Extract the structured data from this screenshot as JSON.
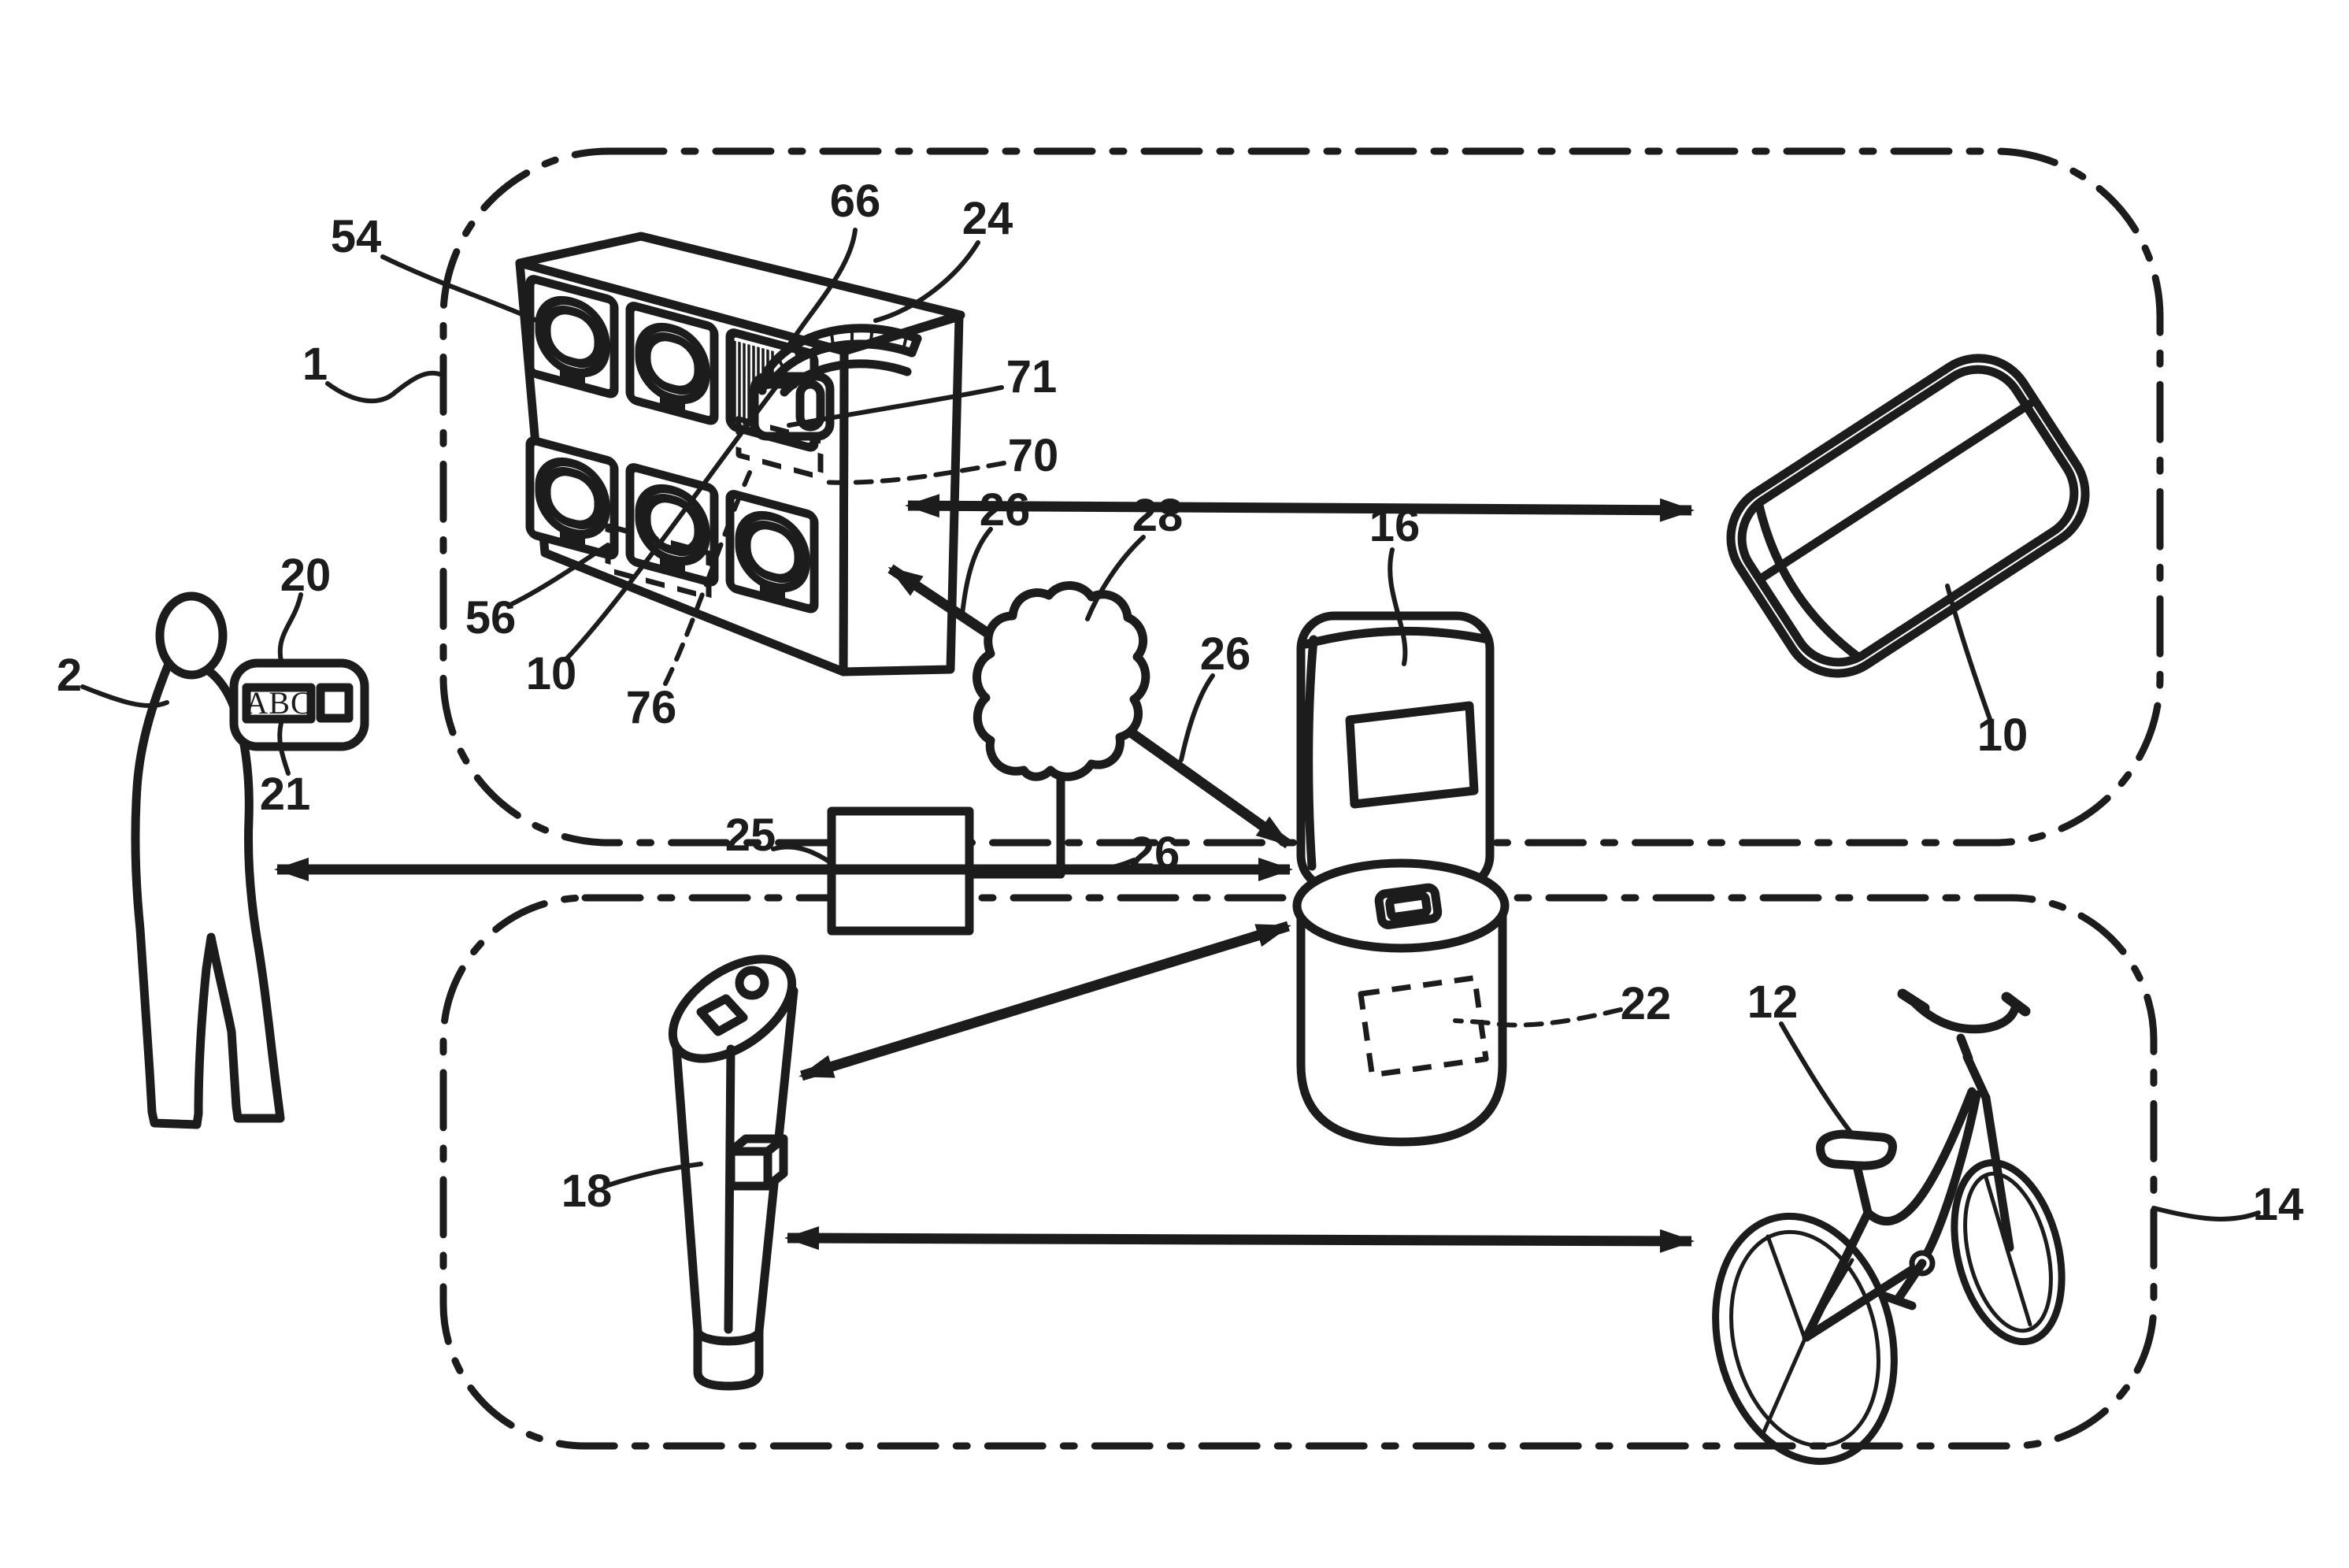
{
  "diagram": {
    "title": "battery rental system patent figure",
    "background": "#ffffff",
    "ink": "#1c1c1c",
    "card_text": "ABC",
    "labels": {
      "system": "1",
      "user": "2",
      "battery_in_station": "10",
      "battery_pack": "10",
      "bicycle": "12",
      "rental_zone": "14",
      "mobile_terminal": "16",
      "bollard": "18",
      "id_card": "20",
      "card_code": "21",
      "terminal_tag": "22",
      "station_housing": "24",
      "server": "25",
      "link_station": "26",
      "link_terminal": "26",
      "link_server": "26",
      "network_cloud": "28",
      "charging_slot": "54",
      "station_lower_tag": "56",
      "slot_lid": "66",
      "slot_indicator": "70",
      "inserted_battery": "71",
      "station_tag": "76"
    }
  }
}
